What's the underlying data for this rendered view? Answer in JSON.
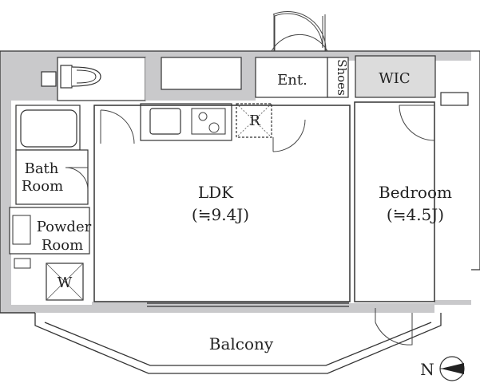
{
  "rooms": {
    "entrance": "Ent.",
    "shoes": "Shoes",
    "wic": "WIC",
    "refrigerator": "R",
    "ldk": "LDK",
    "ldk_area": "(≒9.4J)",
    "bedroom": "Bedroom",
    "bedroom_area": "(≒4.5J)",
    "bath_line1": "Bath",
    "bath_line2": "Room",
    "powder_line1": "Powder",
    "powder_line2": "Room",
    "washer": "W",
    "balcony": "Balcony"
  },
  "compass": {
    "north_label": "N"
  },
  "colors": {
    "wall": "#c9c9cb",
    "wic_fill": "#dcdcdc",
    "line": "#333333"
  }
}
